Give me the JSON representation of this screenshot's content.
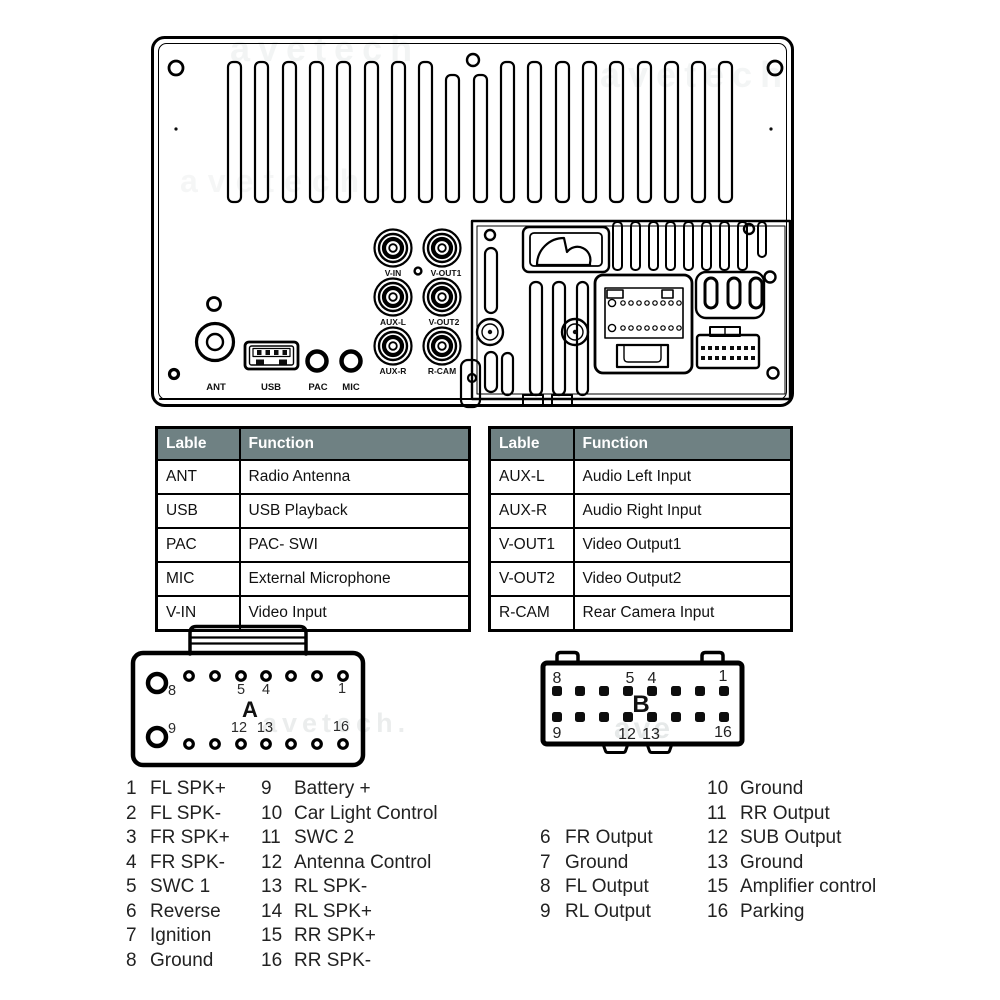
{
  "watermarks": {
    "full": "avetech",
    "dotted": "avetech.",
    "partial": "ave"
  },
  "colors": {
    "table_header_bg": "#6f8183",
    "table_header_text": "#ffffff",
    "diagram_line": "#000000",
    "text": "#222222"
  },
  "unit": {
    "rca": {
      "v_in": "V-IN",
      "v_out1": "V-OUT1",
      "aux_l": "AUX-L",
      "v_out2": "V-OUT2",
      "aux_r": "AUX-R",
      "r_cam": "R-CAM"
    },
    "ports": {
      "ant": "ANT",
      "usb": "USB",
      "pac": "PAC",
      "mic": "MIC"
    }
  },
  "tables": [
    {
      "headers": [
        "Lable",
        "Function"
      ],
      "rows": [
        [
          "ANT",
          "Radio Antenna"
        ],
        [
          "USB",
          "USB Playback"
        ],
        [
          "PAC",
          "PAC- SWI"
        ],
        [
          "MIC",
          "External Microphone"
        ],
        [
          "V-IN",
          "Video Input"
        ]
      ]
    },
    {
      "headers": [
        "Lable",
        "Function"
      ],
      "rows": [
        [
          "AUX-L",
          "Audio Left Input"
        ],
        [
          "AUX-R",
          "Audio Right Input"
        ],
        [
          "V-OUT1",
          "Video Output1"
        ],
        [
          "V-OUT2",
          "Video Output2"
        ],
        [
          "R-CAM",
          "Rear Camera Input"
        ]
      ]
    }
  ],
  "connectors": {
    "a": {
      "letter": "A",
      "labels": [
        "8",
        "5",
        "4",
        "1",
        "9",
        "12",
        "13",
        "16"
      ]
    },
    "b": {
      "letter": "B",
      "labels": [
        "8",
        "5",
        "4",
        "1",
        "9",
        "12",
        "13",
        "16"
      ]
    }
  },
  "pin_lists": {
    "a_left": [
      {
        "n": "1",
        "label": "FL SPK+"
      },
      {
        "n": "2",
        "label": "FL SPK-"
      },
      {
        "n": "3",
        "label": "FR SPK+"
      },
      {
        "n": "4",
        "label": "FR SPK-"
      },
      {
        "n": "5",
        "label": "SWC 1"
      },
      {
        "n": "6",
        "label": "Reverse"
      },
      {
        "n": "7",
        "label": "Ignition"
      },
      {
        "n": "8",
        "label": "Ground"
      }
    ],
    "a_right": [
      {
        "n": "9",
        "label": "Battery +"
      },
      {
        "n": "10",
        "label": "Car Light Control"
      },
      {
        "n": "11",
        "label": "SWC 2"
      },
      {
        "n": "12",
        "label": "Antenna Control"
      },
      {
        "n": "13",
        "label": "RL SPK-"
      },
      {
        "n": "14",
        "label": "RL SPK+"
      },
      {
        "n": "15",
        "label": "RR SPK+"
      },
      {
        "n": "16",
        "label": "RR SPK-"
      }
    ],
    "b_left": [
      {
        "n": "6",
        "label": "FR Output"
      },
      {
        "n": "7",
        "label": "Ground"
      },
      {
        "n": "8",
        "label": "FL Output"
      },
      {
        "n": "9",
        "label": "RL Output"
      }
    ],
    "b_right": [
      {
        "n": "10",
        "label": "Ground"
      },
      {
        "n": "11",
        "label": "RR Output"
      },
      {
        "n": "12",
        "label": "SUB Output"
      },
      {
        "n": "13",
        "label": "Ground"
      },
      {
        "n": "15",
        "label": "Amplifier control"
      },
      {
        "n": "16",
        "label": "Parking"
      }
    ]
  }
}
